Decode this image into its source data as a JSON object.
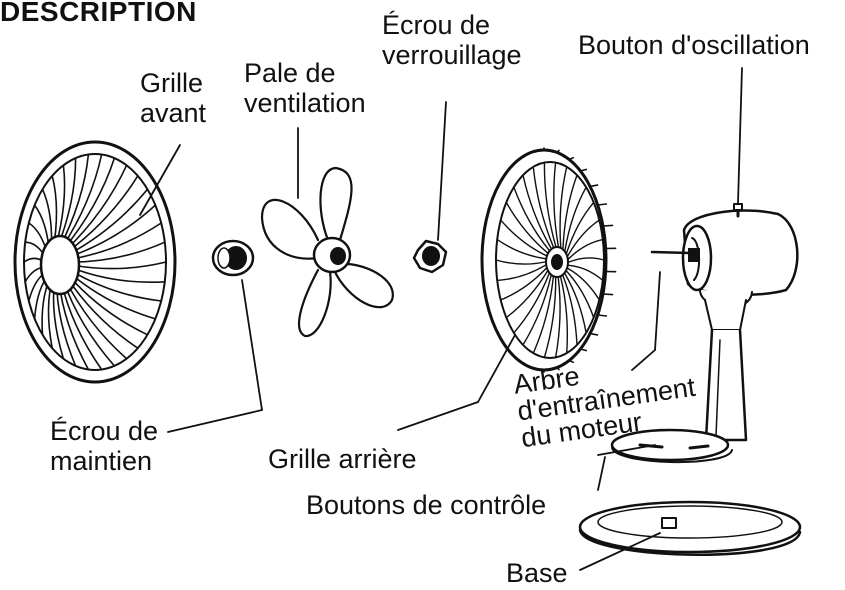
{
  "title": "DESCRIPTION",
  "labels": {
    "grille_avant": [
      "Grille",
      "avant"
    ],
    "pale": [
      "Pale de",
      "ventilation"
    ],
    "ecrou_verrouillage": [
      "Écrou de",
      "verrouillage"
    ],
    "bouton_oscillation": "Bouton d'oscillation",
    "ecrou_maintien": [
      "Écrou de",
      "maintien"
    ],
    "grille_arriere": "Grille arrière",
    "arbre": [
      "Arbre",
      "d'entraînement",
      "du moteur"
    ],
    "boutons_controle": "Boutons de contrôle",
    "base": "Base"
  },
  "colors": {
    "ink": "#111111",
    "background": "#ffffff"
  }
}
